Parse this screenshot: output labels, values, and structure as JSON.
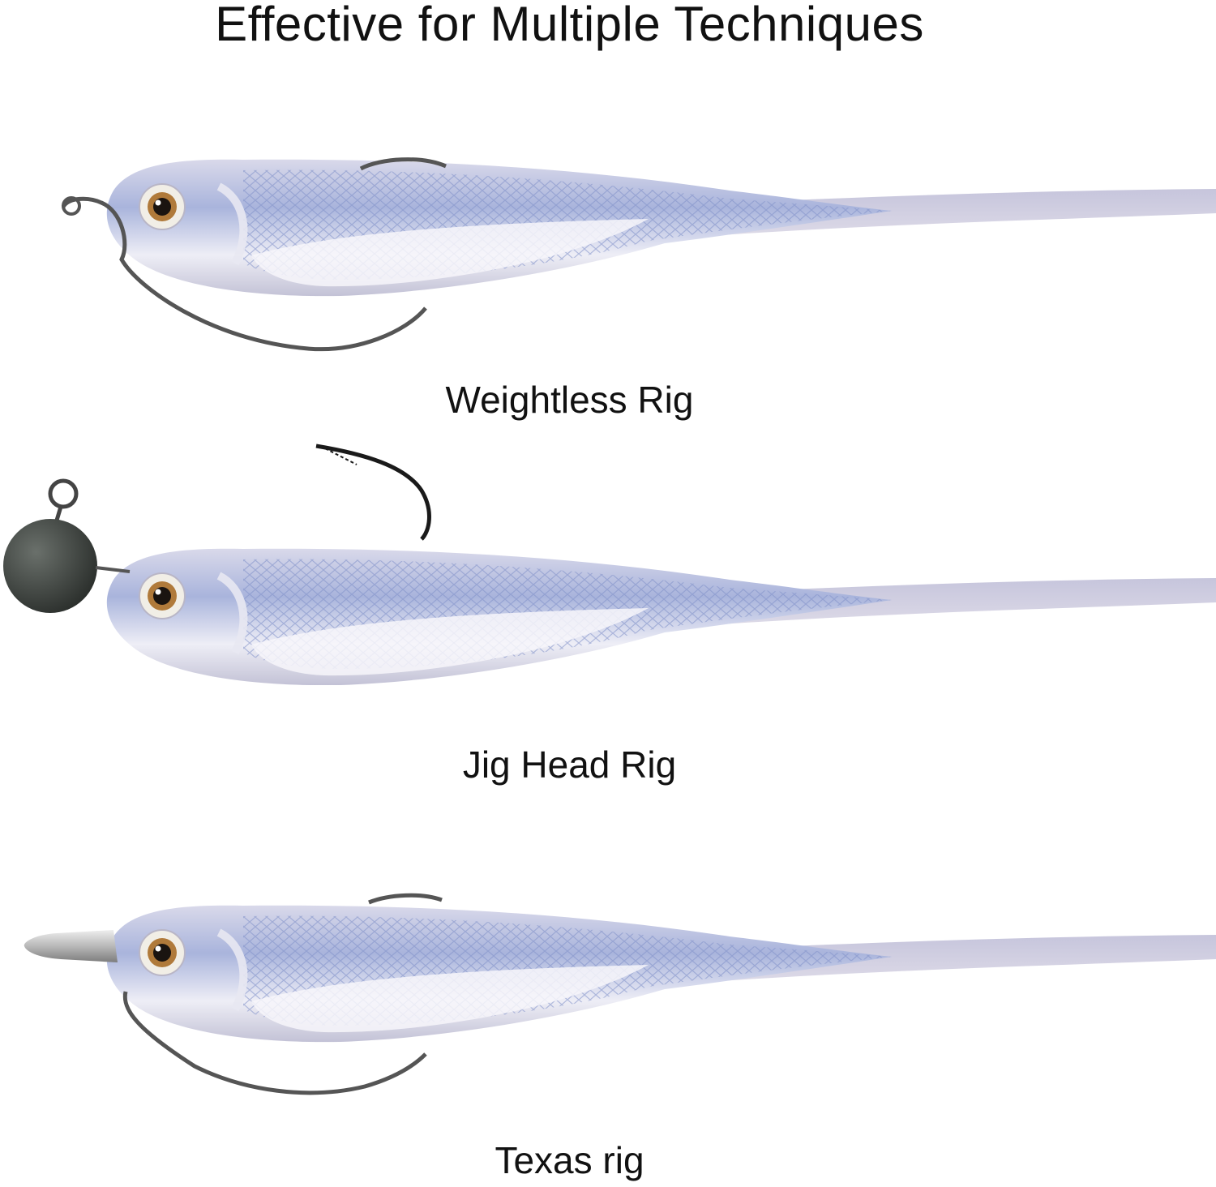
{
  "header": {
    "title": "Effective for Multiple Techniques"
  },
  "rigs": [
    {
      "label": "Weightless Rig",
      "terminal": "offset-worm-hook-icon"
    },
    {
      "label": "Jig Head Rig",
      "terminal": "jig-head-icon"
    },
    {
      "label": "Texas rig",
      "terminal": "bullet-weight-icon"
    }
  ],
  "colors": {
    "lure_body": "#c9cbe3",
    "lure_scales": "#8e9ed4",
    "lure_belly": "#f4f2f6",
    "hook": "#555555",
    "jig_head": "#3f4540",
    "bullet_weight": "#c8c8c8"
  }
}
